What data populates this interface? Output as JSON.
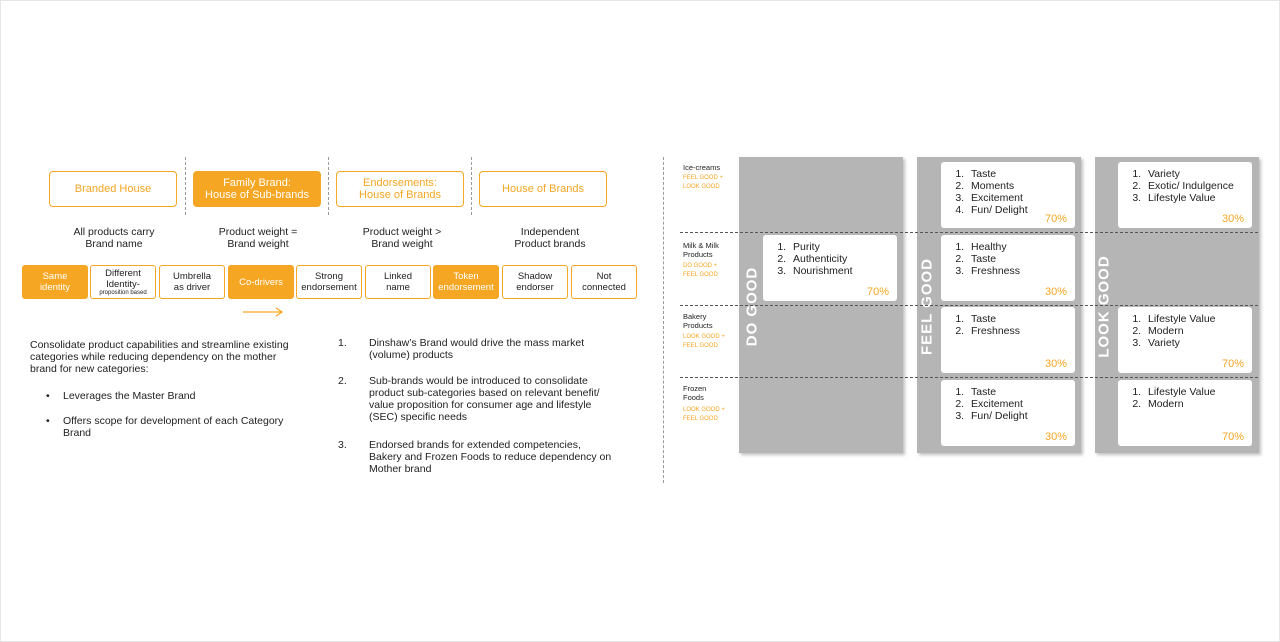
{
  "architecture": {
    "headers": [
      {
        "line1": "Branded House",
        "line2": "",
        "filled": false,
        "caption1": "All products carry",
        "caption2": "Brand name"
      },
      {
        "line1": "Family Brand:",
        "line2": "House of Sub-brands",
        "filled": true,
        "caption1": "Product weight =",
        "caption2": "Brand weight"
      },
      {
        "line1": "Endorsements:",
        "line2": "House of Brands",
        "filled": false,
        "caption1": "Product weight >",
        "caption2": "Brand weight"
      },
      {
        "line1": "House of Brands",
        "line2": "",
        "filled": false,
        "caption1": "Independent",
        "caption2": "Product brands"
      }
    ],
    "spectrum": [
      {
        "line1": "Same",
        "line2": "identity",
        "filled": true
      },
      {
        "line1": "Different",
        "line2": "Identity-",
        "line3": "proposition based",
        "filled": false
      },
      {
        "line1": "Umbrella",
        "line2": "as driver",
        "filled": false
      },
      {
        "line1": "Co-drivers",
        "line2": "",
        "filled": true
      },
      {
        "line1": "Strong",
        "line2": "endorsement",
        "filled": false
      },
      {
        "line1": "Linked",
        "line2": "name",
        "filled": false
      },
      {
        "line1": "Token",
        "line2": "endorsement",
        "filled": true
      },
      {
        "line1": "Shadow",
        "line2": "endorser",
        "filled": false
      },
      {
        "line1": "Not",
        "line2": "connected",
        "filled": false
      }
    ]
  },
  "left_text": {
    "intro": [
      "Consolidate product capabilities and streamline existing",
      "categories while reducing dependency on the mother",
      "brand for new categories:"
    ],
    "bullets": [
      [
        "Leverages the Master Brand"
      ],
      [
        "Offers scope for development of each Category",
        "Brand"
      ]
    ],
    "bullet_char": "•"
  },
  "numbered": [
    {
      "num": "1.",
      "lines": [
        "Dinshaw’s Brand would drive the mass market",
        "(volume) products"
      ]
    },
    {
      "num": "2.",
      "lines": [
        "Sub-brands would be introduced to consolidate",
        "product sub-categories based on relevant benefit/",
        "value proposition for consumer age and lifestyle",
        "(SEC) specific needs"
      ]
    },
    {
      "num": "3.",
      "lines": [
        "Endorsed brands for extended competencies,",
        "Bakery  and Frozen Foods to reduce dependency on",
        "Mother brand"
      ]
    }
  ],
  "matrix": {
    "columns": [
      "DO GOOD",
      "FEEL GOOD",
      "LOOK GOOD"
    ],
    "rows": [
      {
        "name": [
          "Ice-creams"
        ],
        "sub": [
          "FEEL GOOD +",
          "LOOK GOOD"
        ]
      },
      {
        "name": [
          "Milk & Milk",
          "Products"
        ],
        "sub": [
          "DO GOOD +",
          "FEEL GOOD"
        ]
      },
      {
        "name": [
          "Bakery",
          "Products"
        ],
        "sub": [
          "LOOK GOOD +",
          "FEEL GOOD"
        ]
      },
      {
        "name": [
          "Frozen",
          "Foods"
        ],
        "sub": [
          "LOOK GOOD +",
          "FEEL GOOD"
        ]
      }
    ],
    "cards": [
      {
        "row": 0,
        "col": 1,
        "items": [
          "Taste",
          "Moments",
          "Excitement",
          "Fun/ Delight"
        ],
        "pct": "70%"
      },
      {
        "row": 0,
        "col": 2,
        "items": [
          "Variety",
          "Exotic/ Indulgence",
          "Lifestyle Value"
        ],
        "pct": "30%"
      },
      {
        "row": 1,
        "col": 0,
        "items": [
          "Purity",
          "Authenticity",
          "Nourishment"
        ],
        "pct": "70%"
      },
      {
        "row": 1,
        "col": 1,
        "items": [
          "Healthy",
          "Taste",
          "Freshness"
        ],
        "pct": "30%"
      },
      {
        "row": 2,
        "col": 1,
        "items": [
          "Taste",
          "Freshness"
        ],
        "pct": "30%"
      },
      {
        "row": 2,
        "col": 2,
        "items": [
          "Lifestyle Value",
          "Modern",
          "Variety"
        ],
        "pct": "70%"
      },
      {
        "row": 3,
        "col": 1,
        "items": [
          "Taste",
          "Excitement",
          "Fun/ Delight"
        ],
        "pct": "30%"
      },
      {
        "row": 3,
        "col": 2,
        "items": [
          "Lifestyle Value",
          "Modern"
        ],
        "pct": "70%"
      }
    ]
  },
  "colors": {
    "accent": "#f5a623",
    "column_gray": "#b5b5b5"
  }
}
